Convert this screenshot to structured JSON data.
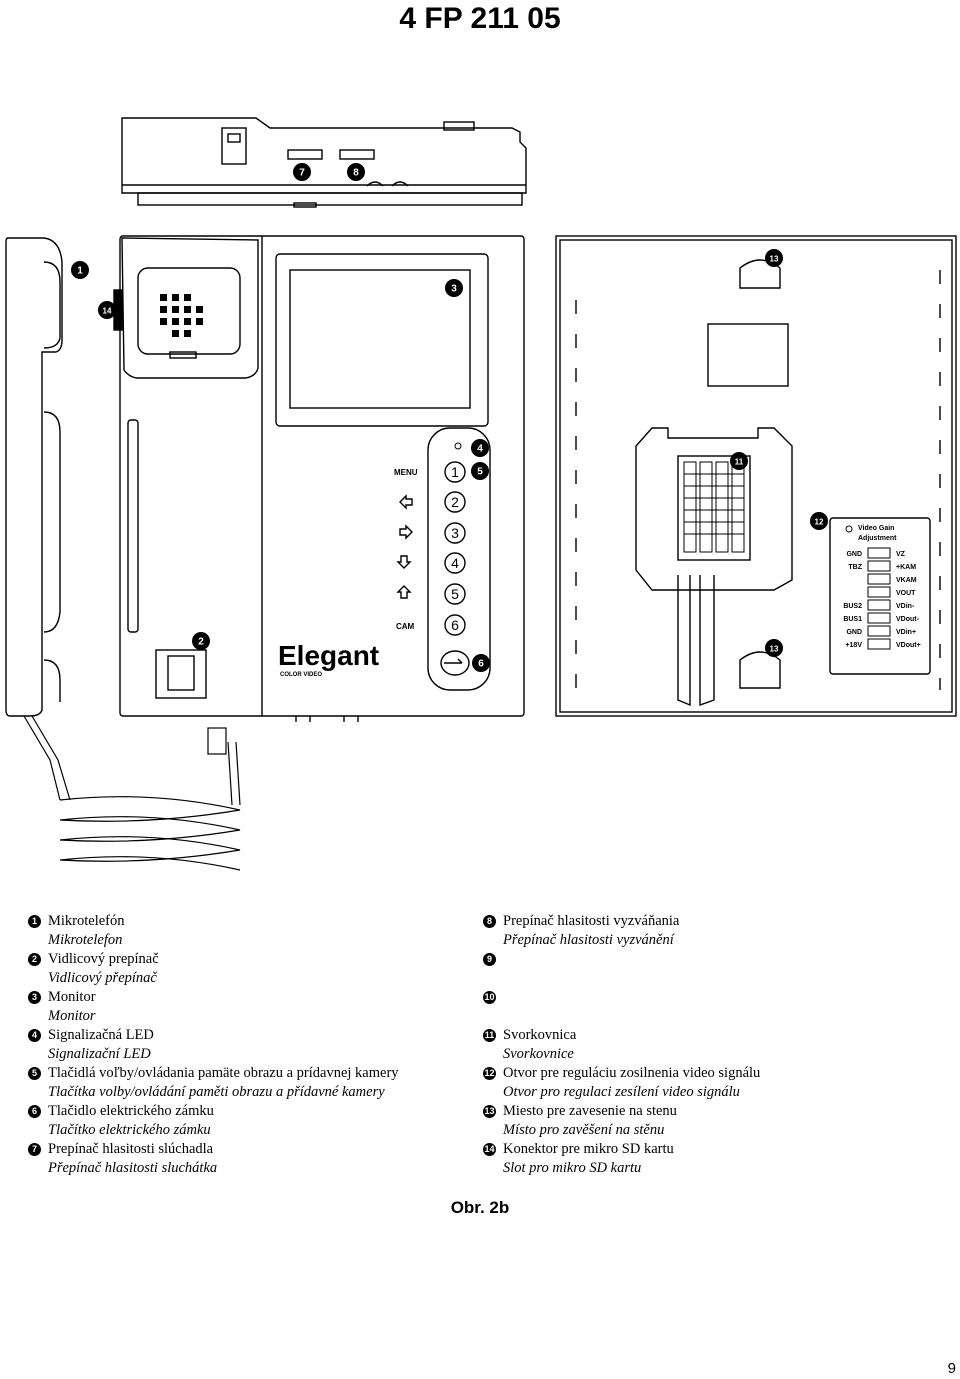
{
  "doc_title": "4 FP 211 05",
  "device": {
    "logo": "Elegant",
    "logo_sub": "COLOR VIDEO",
    "button_labels": [
      "MENU",
      "CAM"
    ],
    "button_numbers": [
      "1",
      "2",
      "3",
      "4",
      "5",
      "6"
    ],
    "board_heading": [
      "Video Gain",
      "Adjustment"
    ],
    "terminals_left": [
      "GND",
      "TBZ",
      "",
      "",
      "BUS2",
      "BUS1",
      "GND",
      "+18V"
    ],
    "terminals_right": [
      "VZ",
      "+KAM",
      "VKAM",
      "VOUT",
      "VDin-",
      "VDout-",
      "VDin+",
      "VDout+"
    ],
    "callouts": [
      "1",
      "2",
      "3",
      "4",
      "5",
      "6",
      "7",
      "8",
      "11",
      "12",
      "13",
      "13",
      "14"
    ]
  },
  "legend_left": [
    {
      "num": "1",
      "sk": "Mikrotelefón",
      "cz": "Mikrotelefon"
    },
    {
      "num": "2",
      "sk": "Vidlicový prepínač",
      "cz": "Vidlicový přepínač"
    },
    {
      "num": "3",
      "sk": "Monitor",
      "cz": "Monitor"
    },
    {
      "num": "4",
      "sk": "Signalizačná LED",
      "cz": "Signalizační LED"
    },
    {
      "num": "5",
      "sk": "Tlačidlá voľby/ovládania pamäte obrazu a prídavnej kamery",
      "cz": "Tlačítka volby/ovládání paměti obrazu a přídavné kamery"
    },
    {
      "num": "6",
      "sk": "Tlačidlo elektrického zámku",
      "cz": "Tlačítko elektrického zámku"
    },
    {
      "num": "7",
      "sk": "Prepínač hlasitosti slúchadla",
      "cz": "Přepínač hlasitosti sluchátka"
    }
  ],
  "legend_right": [
    {
      "num": "8",
      "sk": "Prepínač hlasitosti vyzváňania",
      "cz": "Přepínač hlasitosti vyzvánění"
    },
    {
      "num": "9",
      "sk": "",
      "cz": ""
    },
    {
      "num": "10",
      "sk": "",
      "cz": ""
    },
    {
      "num": "11",
      "sk": "Svorkovnica",
      "cz": "Svorkovnice"
    },
    {
      "num": "12",
      "sk": "Otvor pre reguláciu zosilnenia video signálu",
      "cz": "Otvor pro regulaci zesílení video signálu"
    },
    {
      "num": "13",
      "sk": "Miesto pre zavesenie na stenu",
      "cz": "Místo pro zavěšení na stěnu"
    },
    {
      "num": "14",
      "sk": "Konektor pre mikro SD kartu",
      "cz": "Slot pro mikro SD kartu"
    }
  ],
  "caption": "Obr. 2b",
  "page_number": "9"
}
